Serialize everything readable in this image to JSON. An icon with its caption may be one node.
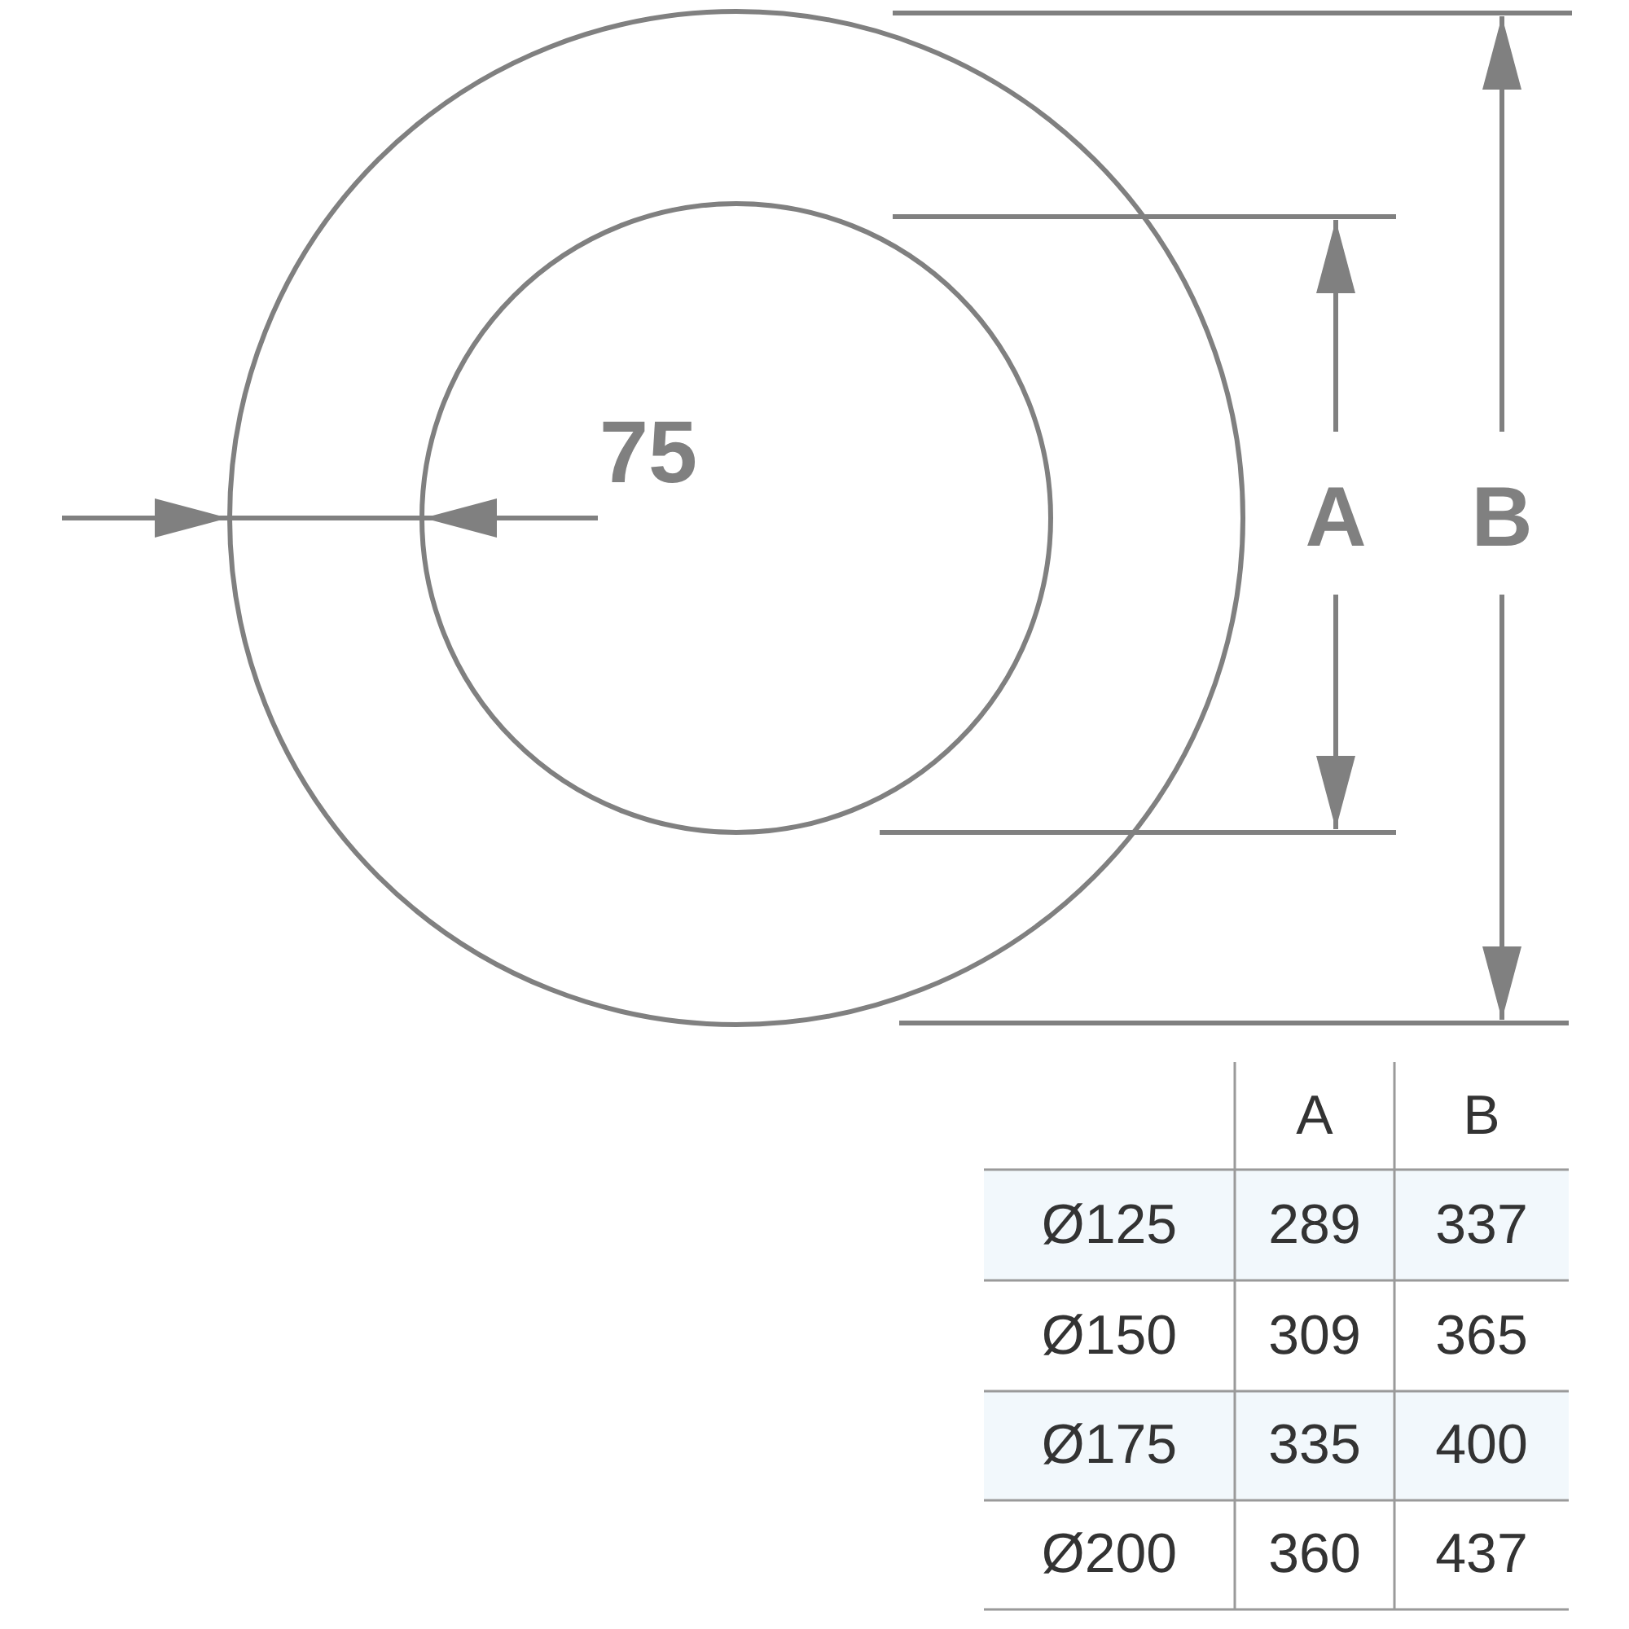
{
  "diagram": {
    "labels": [
      "75",
      "A",
      "B",
      "A",
      "B",
      "Ø125",
      "289",
      "337",
      "Ø150",
      "309",
      "365",
      "Ø175",
      "335",
      "400",
      "Ø200",
      "360",
      "437"
    ]
  }
}
